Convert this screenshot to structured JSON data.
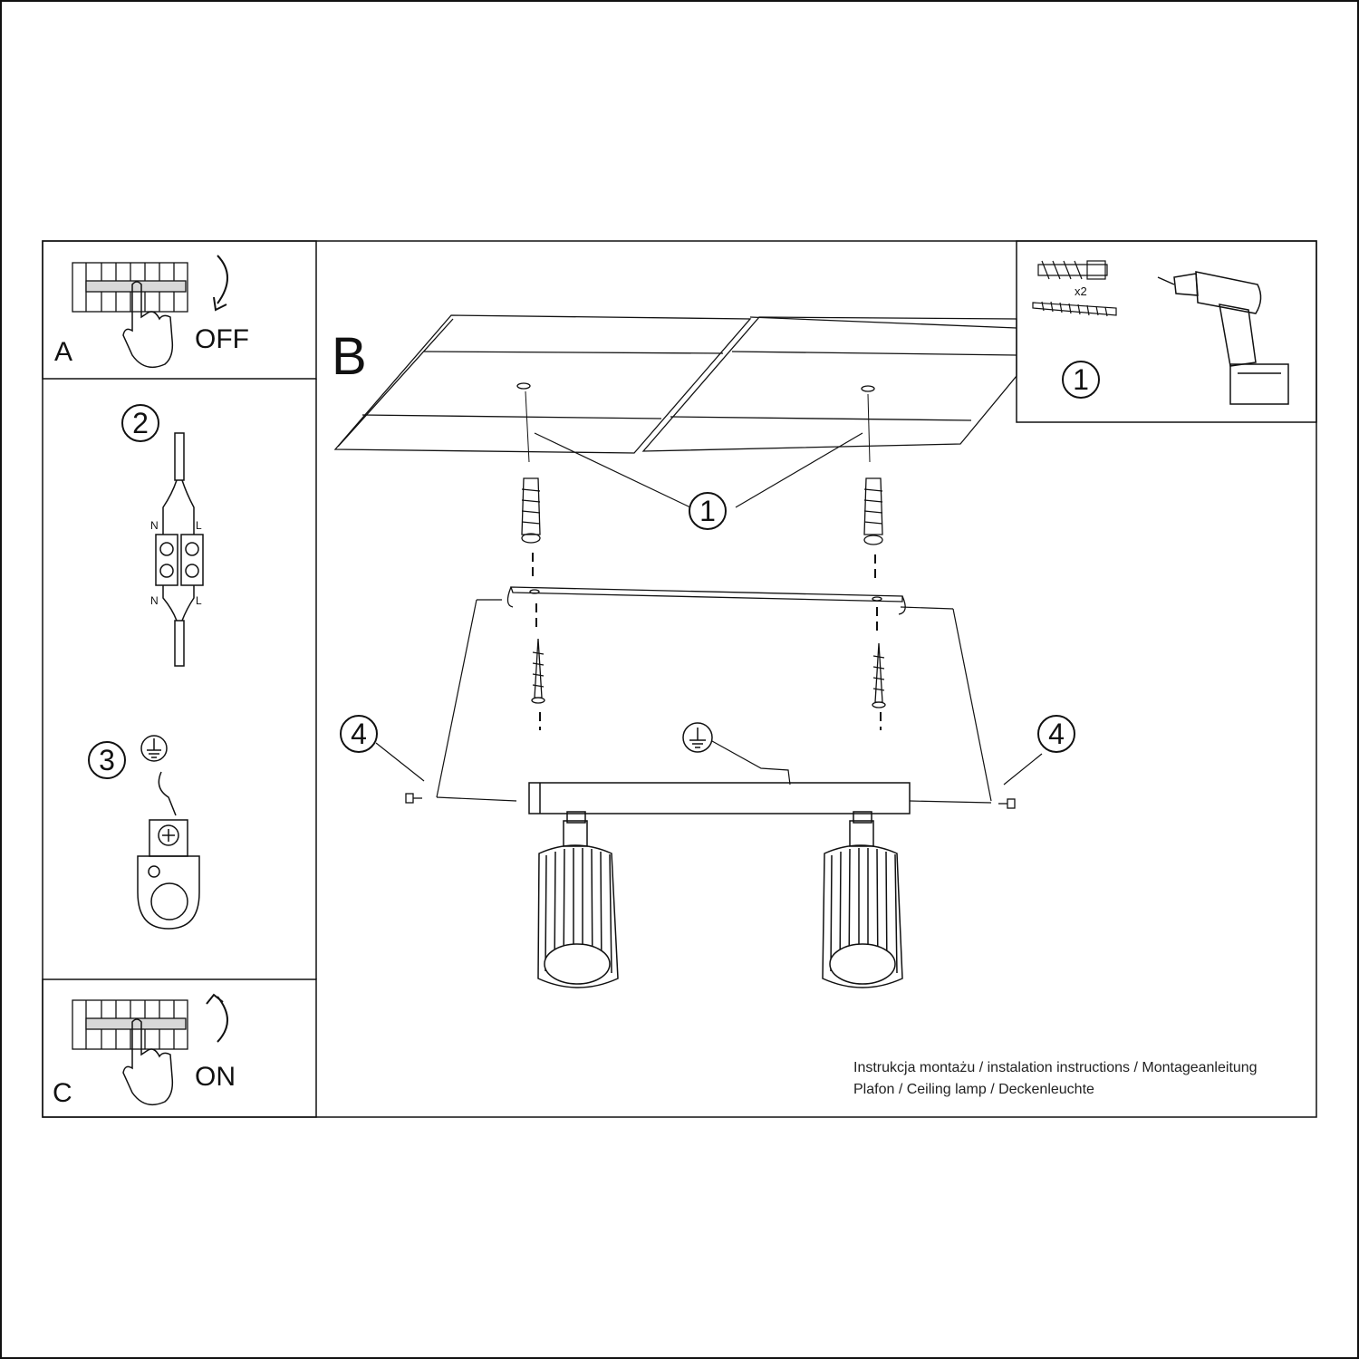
{
  "panels": {
    "a": {
      "letter": "A",
      "state": "OFF"
    },
    "b": {
      "letter": "B"
    },
    "c": {
      "letter": "C",
      "state": "ON"
    }
  },
  "steps": {
    "drill": "1",
    "mount": "1",
    "wiring": "2",
    "ground": "3",
    "screw_left": "4",
    "screw_right": "4"
  },
  "wiring_labels": {
    "n": "N",
    "l": "L"
  },
  "parts": {
    "anchor_qty": "x2"
  },
  "footer": {
    "line1": "Instrukcja montażu / instalation instructions / Montageanleitung",
    "line2": "Plafon / Ceiling lamp / Deckenleuchte"
  },
  "icons": [
    "breaker-panel-icon",
    "hand-icon",
    "arrow-off-icon",
    "arrow-on-icon",
    "ground-symbol-icon",
    "drill-icon",
    "wall-plug-icon",
    "screw-icon",
    "terminal-block-icon"
  ],
  "colors": {
    "line": "#111111",
    "background": "#ffffff"
  }
}
